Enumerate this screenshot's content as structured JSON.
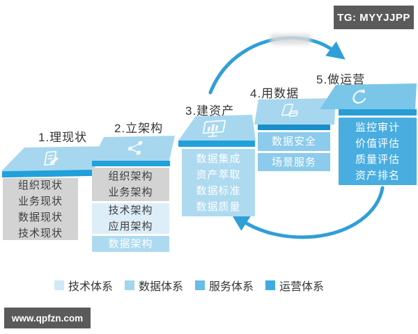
{
  "title": "data-governance-five-steps-diagram",
  "watermarks": {
    "telegram": "TG: MYYJJPP",
    "website": "www.qpfzn.com"
  },
  "steps": [
    {
      "label": "1.理现状",
      "icon": "clipboard-pencil-icon",
      "boxes": [
        {
          "style": "gray",
          "lines": [
            "组织现状",
            "业务现状",
            "数据现状",
            "技术现状"
          ]
        }
      ]
    },
    {
      "label": "2.立架构",
      "icon": "share-network-icon",
      "boxes": [
        {
          "style": "gray",
          "lines": [
            "组织架构",
            "业务架构"
          ]
        },
        {
          "style": "tech",
          "lines": [
            "技术架构",
            "应用架构"
          ]
        },
        {
          "style": "data",
          "lines": [
            "数据架构"
          ]
        }
      ]
    },
    {
      "label": "3.建资产",
      "icon": "monitor-chart-icon",
      "boxes": [
        {
          "style": "data",
          "lines": [
            "数据集成",
            "资产萃取",
            "数据标准",
            "数据质量"
          ]
        }
      ]
    },
    {
      "label": "4.用数据",
      "icon": "document-card-icon",
      "boxes": [
        {
          "style": "service",
          "lines": [
            "数据安全"
          ]
        },
        {
          "style": "service",
          "lines": [
            "场景服务"
          ]
        }
      ]
    },
    {
      "label": "5.做运营",
      "icon": "recycle-icon",
      "boxes": [
        {
          "style": "ops",
          "lines": [
            "监控审计",
            "价值评估",
            "质量评估",
            "资产排名"
          ]
        }
      ]
    }
  ],
  "legend": {
    "items": [
      {
        "label": "技术体系",
        "color": "#cfe9f6"
      },
      {
        "label": "数据体系",
        "color": "#a2d5ee"
      },
      {
        "label": "服务体系",
        "color": "#69bde7"
      },
      {
        "label": "运营体系",
        "color": "#41aadf"
      }
    ]
  },
  "colors": {
    "platform_top": "#a6d7ef",
    "platform_top_ops": "#79c6e9",
    "platform_edge": "#21a0da",
    "platform_edge_dark": "#1a8ecb",
    "arrow": "#2f9fd8",
    "gray_box": "#d3d3d3",
    "tech_box": "#ddeef8",
    "data_box": "#aedaf0",
    "service_box": "#8ccbeb",
    "ops_box": "#49ade0",
    "watermark_bg": "#5a5a5a"
  }
}
